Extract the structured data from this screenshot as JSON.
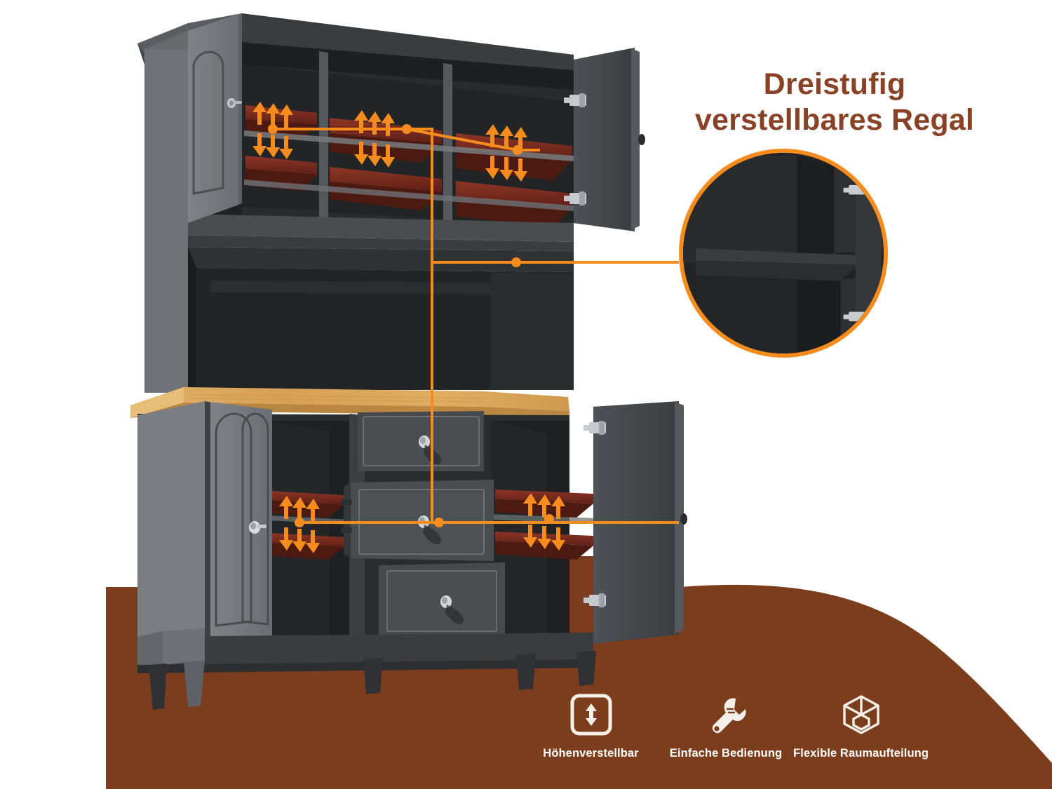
{
  "headline": {
    "line1": "Dreistufig",
    "line2": "verstellbares Regal"
  },
  "callout": {
    "name": "shelf-detail-closeup",
    "ring_color": "#f78c1e"
  },
  "annotations": {
    "accent_color": "#f78c1e",
    "shelf_arrow_groups": [
      {
        "id": "upper-left-shelf",
        "label": "adjustable shelf"
      },
      {
        "id": "upper-middle-shelf",
        "label": "adjustable shelf"
      },
      {
        "id": "upper-right-shelf",
        "label": "adjustable shelf"
      },
      {
        "id": "lower-left-shelf",
        "label": "adjustable shelf"
      },
      {
        "id": "lower-right-shelf",
        "label": "adjustable shelf"
      }
    ]
  },
  "product": {
    "body_color": "#6f7276",
    "interior_color": "#2c2d2f",
    "shelf_color": "#7d2f22",
    "counter_color": "#d9a960",
    "drawers": 3,
    "upper_doors": 2,
    "lower_doors": 2
  },
  "background": {
    "ground_color": "#7b3d1c",
    "page_color": "#ffffff"
  },
  "features": [
    {
      "icon": "height-adjust-icon",
      "label": "Höhenverstellbar"
    },
    {
      "icon": "wrench-icon",
      "label": "Einfache Bedienung"
    },
    {
      "icon": "cube-icon",
      "label": "Flexible Raumaufteilung"
    }
  ]
}
